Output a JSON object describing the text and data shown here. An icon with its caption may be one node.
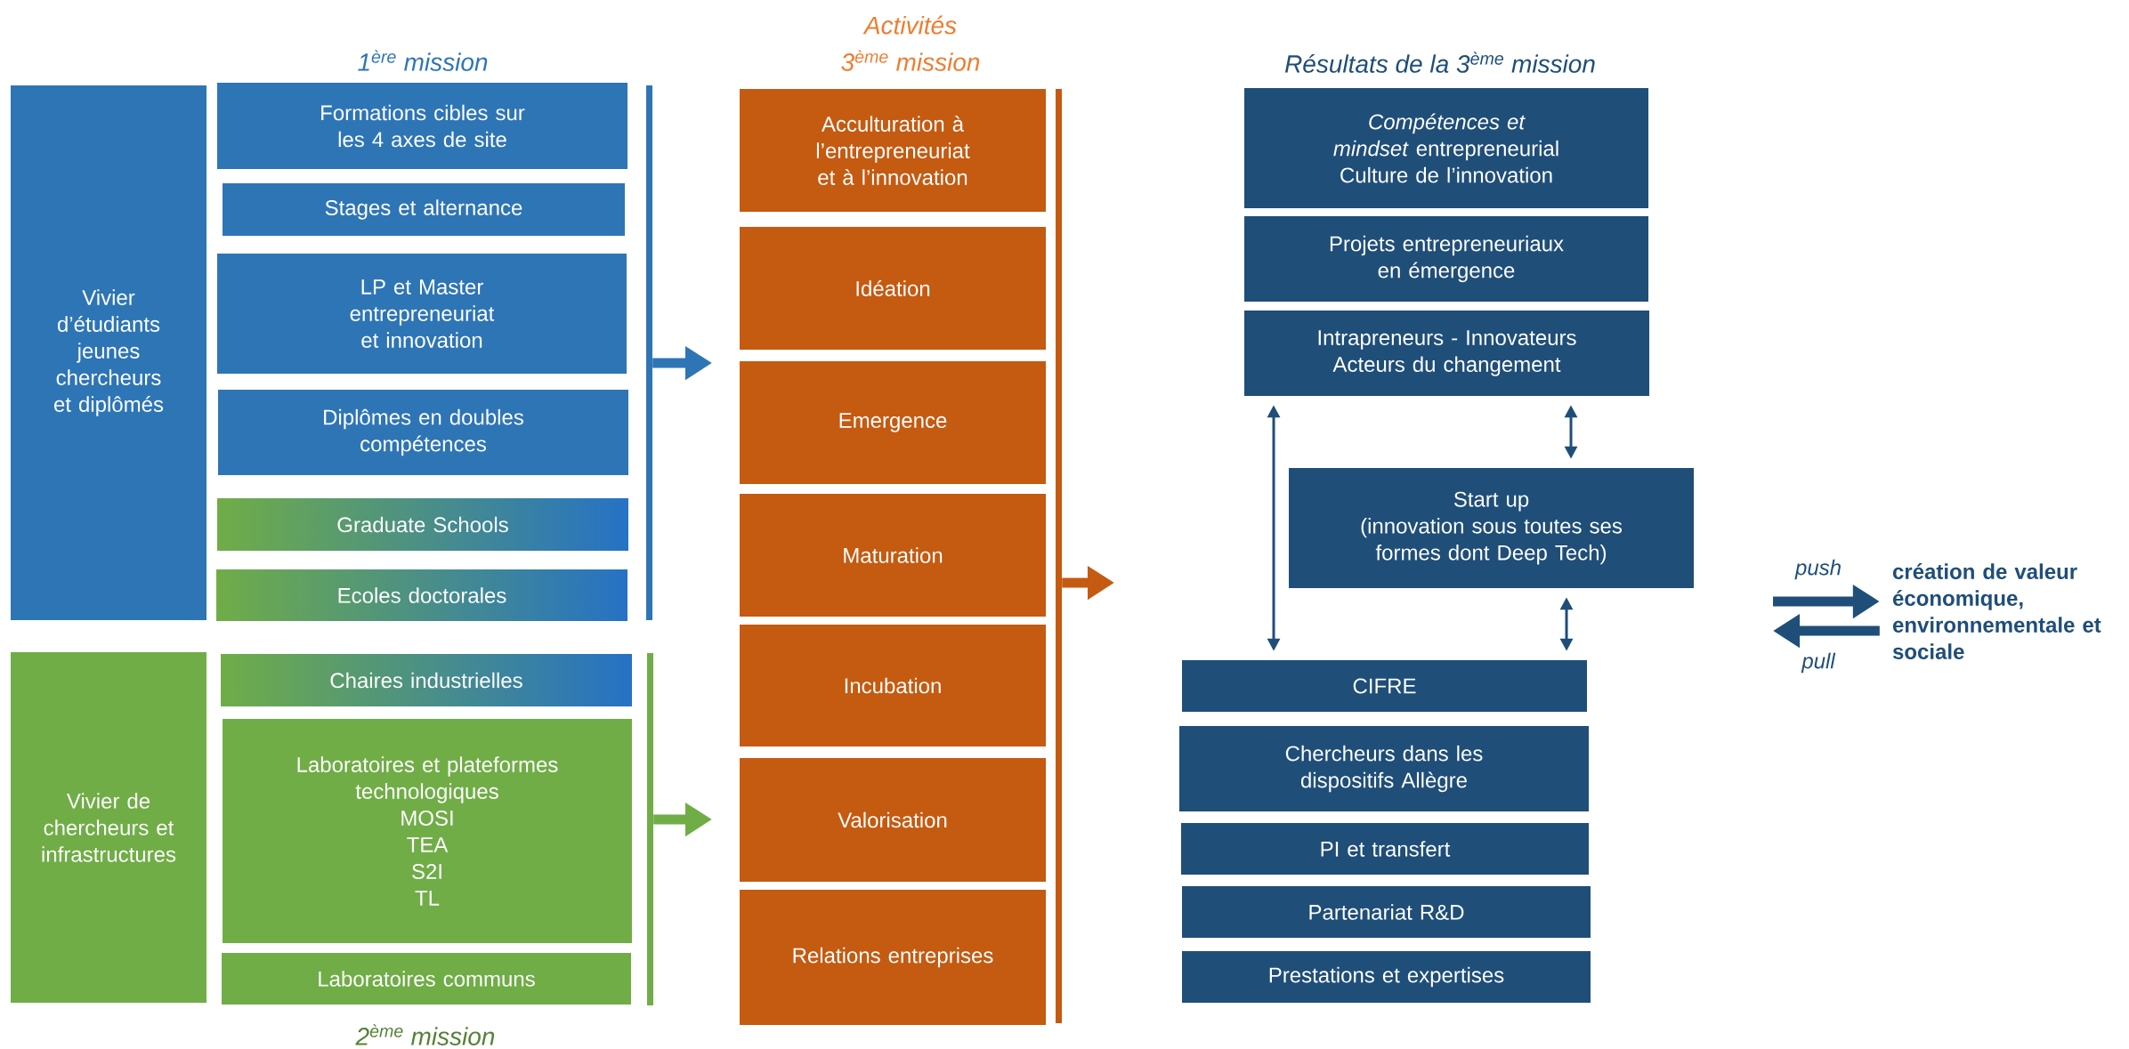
{
  "diagram": {
    "nodes": [
      {
        "text": [
          "Vivier d’étudiants jeunes chercheurs et diplômés"
        ]
      },
      {
        "text": [
          "Formations cibles sur les 4 axes de site"
        ]
      },
      {
        "text": [
          "Stages et alternance"
        ]
      },
      {
        "text": [
          "LP et Master entrepreneuriat et innovation"
        ]
      },
      {
        "text": [
          "Diplômes en doubles compétences"
        ]
      },
      {
        "text": [
          "Graduate Schools"
        ]
      },
      {
        "text": [
          "Ecoles doctorales"
        ]
      },
      {
        "text": [],
        "shape": "bar"
      },
      {
        "text": [
          "Vivier de chercheurs et infrastructures"
        ]
      },
      {
        "text": [
          "Chaires industrielles"
        ]
      },
      {
        "text": [
          "Laboratoires et plateformes technologiques",
          "MOSI",
          "TEA",
          "S2I",
          "TL"
        ]
      },
      {
        "text": [
          "Laboratoires communs"
        ]
      },
      {
        "text": [],
        "shape": "bar"
      },
      {
        "text": [
          "Acculturation à l’entrepreneuriat et à l’innovation"
        ]
      },
      {
        "text": [
          "Idéation"
        ]
      },
      {
        "text": [
          "Emergence"
        ]
      },
      {
        "text": [
          "Maturation"
        ]
      },
      {
        "text": [
          "Incubation"
        ]
      },
      {
        "text": [
          "Valorisation"
        ]
      },
      {
        "text": [
          "Relations entreprises"
        ]
      },
      {
        "text": [],
        "shape": "bar"
      },
      {
        "text": [
          "*Compétences et mindset* entrepreneurial",
          "Culture de l’innovation"
        ]
      },
      {
        "text": [
          "Projets entrepreneuriaux en émergence"
        ]
      },
      {
        "text": [
          "Intrapreneurs - Innovateurs",
          "Acteurs du changement"
        ]
      },
      {
        "text": [
          "Start up",
          "(innovation sous toutes ses formes dont Deep Tech)"
        ]
      },
      {
        "text": [
          "CIFRE"
        ]
      },
      {
        "text": [
          "Chercheurs dans les dispositifs Allègre"
        ]
      },
      {
        "text": [
          "PI et transfert"
        ]
      },
      {
        "text": [
          "Partenariat R&D"
        ]
      },
      {
        "text": [
          "Prestations et expertises"
        ]
      },
      {
        "text": [
          "création de valeur économique, environnementale et sociale"
        ]
      }
    ],
    "edges": [
      {
        "from": 7,
        "to": null,
        "arrow": "to",
        "color": "#2e75b6"
      },
      {
        "from": 12,
        "to": null,
        "arrow": "to",
        "color": "#70ad47"
      },
      {
        "from": 20,
        "to": null,
        "arrow": "to",
        "color": "#c55a11"
      },
      {
        "from": 23,
        "to": 25,
        "arrow": "both"
      },
      {
        "from": 23,
        "to": 24,
        "arrow": "both"
      },
      {
        "from": 24,
        "to": 25,
        "arrow": "both"
      },
      {
        "from": null,
        "to": 30,
        "arrow": "to",
        "label": "push"
      },
      {
        "from": 30,
        "to": null,
        "arrow": "to",
        "label": "pull"
      }
    ],
    "labels": [
      "Activités",
      "1$^{ère}$ mission",
      "3$^{ème}$ mission",
      "Résultats de la 3$^{ème}$ mission",
      "2$^{ème}$ mission"
    ]
  }
}
